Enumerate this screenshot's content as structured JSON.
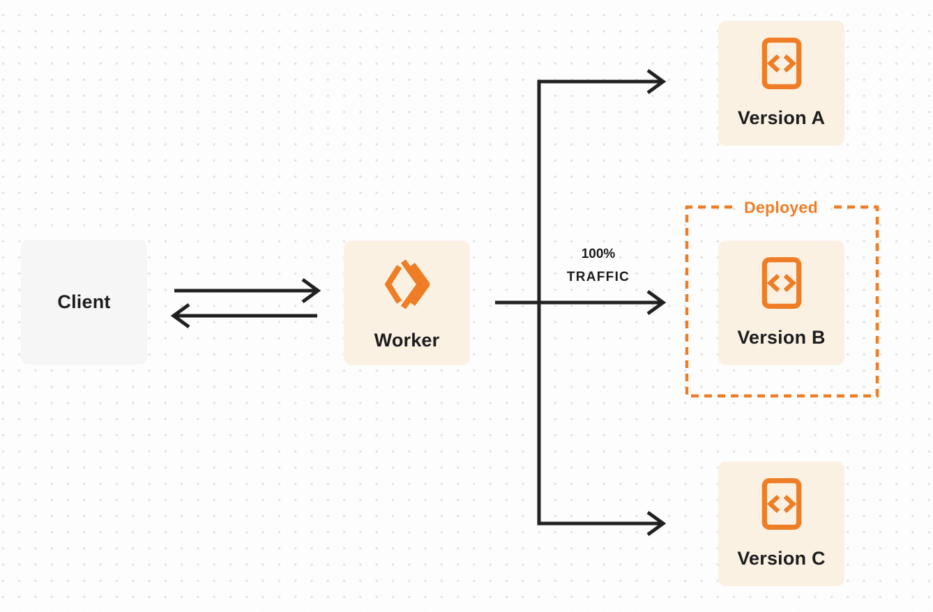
{
  "diagram": {
    "title_hint": "worker-traffic-routing-diagram",
    "nodes": {
      "client": {
        "label": "Client"
      },
      "worker": {
        "label": "Worker",
        "icon": "workers-double-chevron-icon"
      },
      "versions": [
        {
          "id": "version-a",
          "label": "Version A",
          "icon": "code-file-icon"
        },
        {
          "id": "version-b",
          "label": "Version B",
          "icon": "code-file-icon"
        },
        {
          "id": "version-c",
          "label": "Version C",
          "icon": "code-file-icon"
        }
      ]
    },
    "annotations": {
      "deployed": {
        "label": "Deployed"
      },
      "traffic": {
        "line1": "100%",
        "line2": "TRAFFIC"
      }
    },
    "edges": [
      {
        "from": "client",
        "to": "worker",
        "type": "bidirectional-arrows"
      },
      {
        "from": "worker",
        "to": "version-a",
        "type": "arrow"
      },
      {
        "from": "worker",
        "to": "version-b",
        "type": "arrow",
        "label": "100% TRAFFIC"
      },
      {
        "from": "worker",
        "to": "version-c",
        "type": "arrow"
      }
    ],
    "colors": {
      "background": "#fdfdfd",
      "grid_dot": "#e2e2e2",
      "accent_orange": "#ee7d25",
      "neutral_box": "#f6f6f7",
      "accent_box": "#fbf1e3",
      "connector_black": "#212121",
      "text_dark": "#1d1d1d"
    }
  }
}
